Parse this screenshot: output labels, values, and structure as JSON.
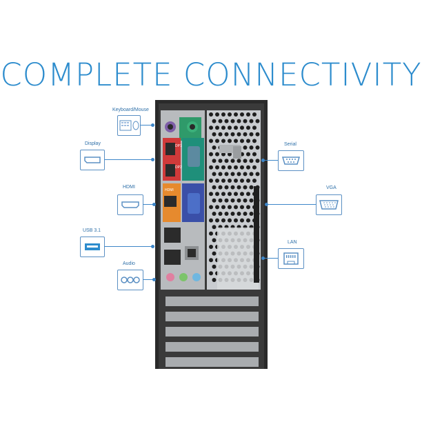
{
  "title": "COMPLETE CONNECTIVITY",
  "colors": {
    "accent": "#2d8ccd",
    "line": "#3d86c8",
    "case": "#2b2b2b"
  },
  "left_labels": [
    {
      "id": "keyboard-mouse",
      "label": "Keyboard/Mouse",
      "icon": "keyboard-mouse-icon"
    },
    {
      "id": "display",
      "label": "Display",
      "icon": "displayport-icon"
    },
    {
      "id": "hdmi",
      "label": "HDMI",
      "icon": "hdmi-icon"
    },
    {
      "id": "usb",
      "label": "USB 3.1",
      "icon": "usb-icon"
    },
    {
      "id": "audio",
      "label": "Audio",
      "icon": "audio-jacks-icon"
    }
  ],
  "right_labels": [
    {
      "id": "serial",
      "label": "Serial",
      "icon": "serial-port-icon"
    },
    {
      "id": "vga",
      "label": "VGA",
      "icon": "vga-port-icon"
    },
    {
      "id": "lan",
      "label": "LAN",
      "icon": "lan-port-icon"
    }
  ],
  "io_panel": {
    "dp1": "DP1",
    "dp2": "DP2",
    "hdmi": "HDMI"
  }
}
